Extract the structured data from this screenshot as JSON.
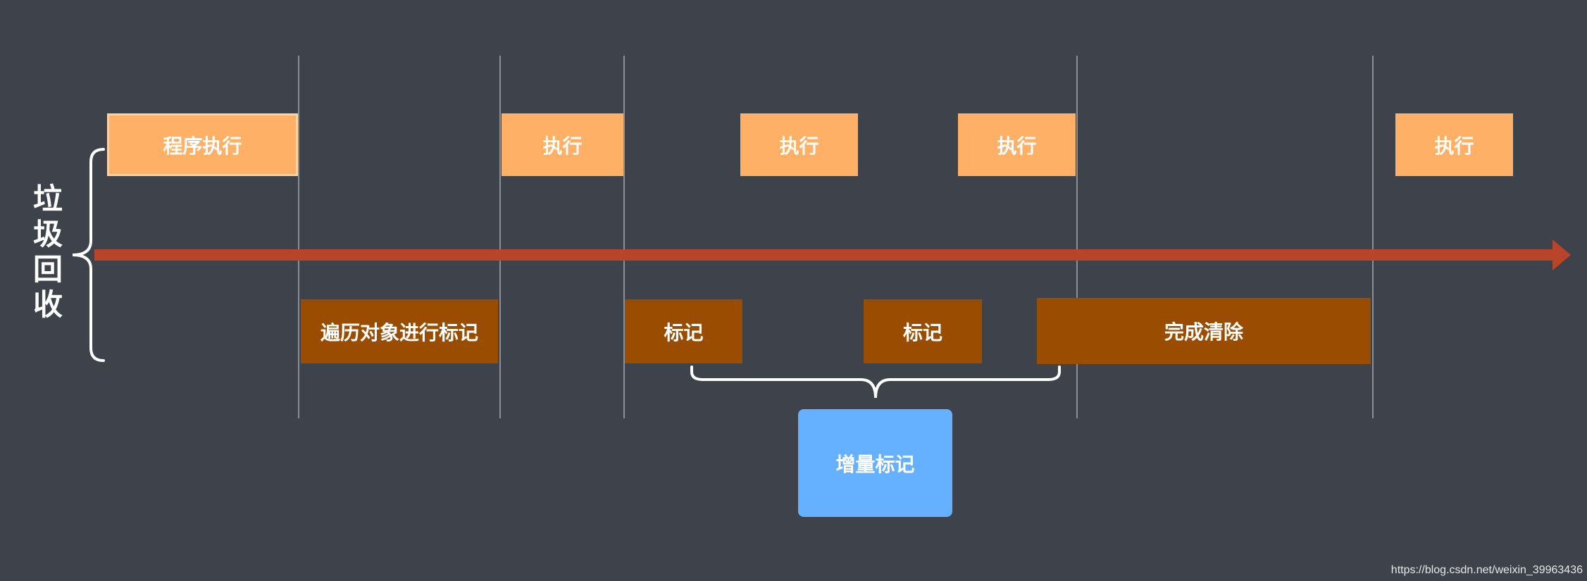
{
  "side_label": "垃圾回收",
  "execute_blocks": [
    "程序执行",
    "执行",
    "执行",
    "执行",
    "执行"
  ],
  "mark_blocks": [
    "遍历对象进行标记",
    "标记",
    "标记",
    "完成清除"
  ],
  "incremental_label": "增量标记",
  "watermark": "https://blog.csdn.net/weixin_39963436",
  "colors": {
    "background": "#3e424b",
    "execute": "#ffb067",
    "mark": "#9a4c00",
    "timeline": "#b8442a",
    "incremental": "#66b1ff"
  }
}
